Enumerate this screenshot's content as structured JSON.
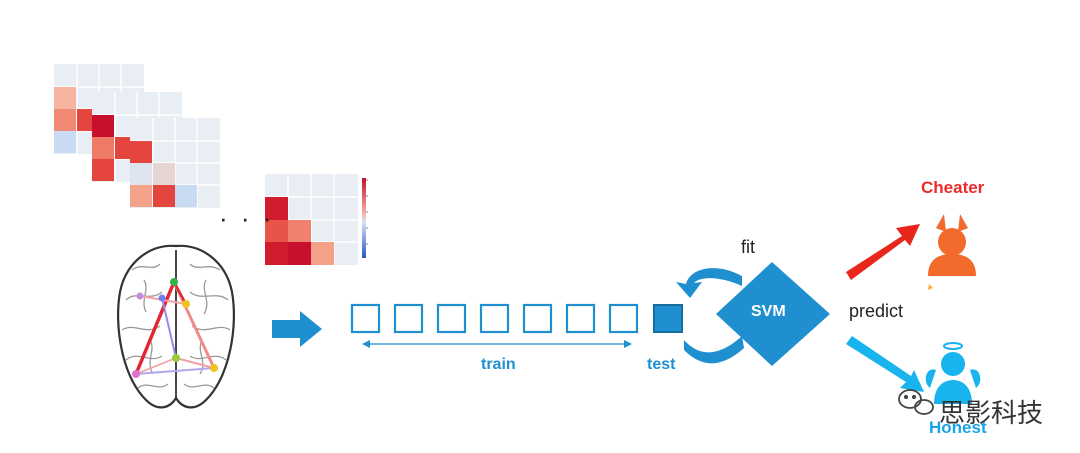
{
  "labels": {
    "fit": "fit",
    "svm": "SVM",
    "predict": "predict",
    "train": "train",
    "test": "test",
    "cheater": "Cheater",
    "honest": "Honest",
    "ellipsis": "· · ·"
  },
  "watermark": {
    "text": "思影科技",
    "icon": "wechat-icon"
  },
  "colors": {
    "accent_blue": "#1f8fd0",
    "cheater_red": "#ee2b2b",
    "honest_blue": "#1aa3e6",
    "svm_fill": "#1f8fd0"
  }
}
